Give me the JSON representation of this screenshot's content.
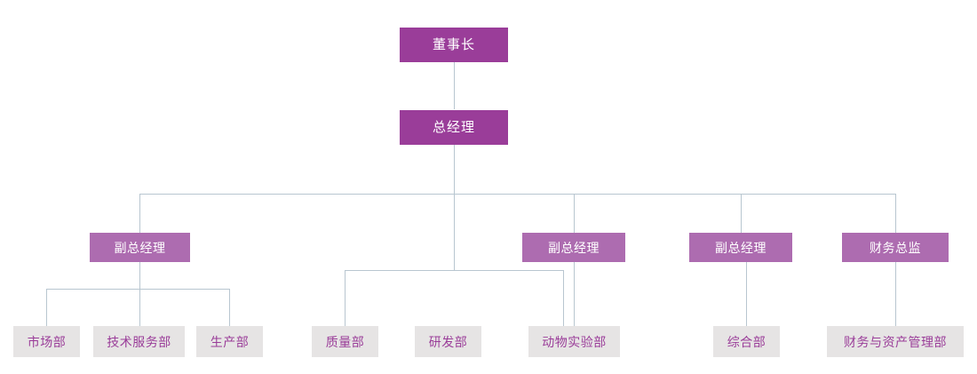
{
  "chart": {
    "title": "",
    "type": "org-chart",
    "colors": {
      "level1_bg": "#9a3d99",
      "level1_text": "#ffffff",
      "level2_bg": "#ad6cb0",
      "level2_text": "#ffffff",
      "level3_bg": "#e6e4e4",
      "level3_text": "#9a3d99",
      "connector": "#b8c6d0",
      "page_bg": "#ffffff"
    }
  },
  "nodes": {
    "chairman": {
      "label": "董事长"
    },
    "general_manager": {
      "label": "总经理"
    },
    "deputy_gm_1": {
      "label": "副总经理"
    },
    "deputy_gm_2": {
      "label": "副总经理"
    },
    "deputy_gm_3": {
      "label": "副总经理"
    },
    "finance_director": {
      "label": "财务总监"
    },
    "dept_marketing": {
      "label": "市场部"
    },
    "dept_tech_service": {
      "label": "技术服务部"
    },
    "dept_production": {
      "label": "生产部"
    },
    "dept_quality": {
      "label": "质量部"
    },
    "dept_rd": {
      "label": "研发部"
    },
    "dept_animal_lab": {
      "label": "动物实验部"
    },
    "dept_general_affairs": {
      "label": "综合部"
    },
    "dept_finance_asset": {
      "label": "财务与资产管理部"
    }
  }
}
